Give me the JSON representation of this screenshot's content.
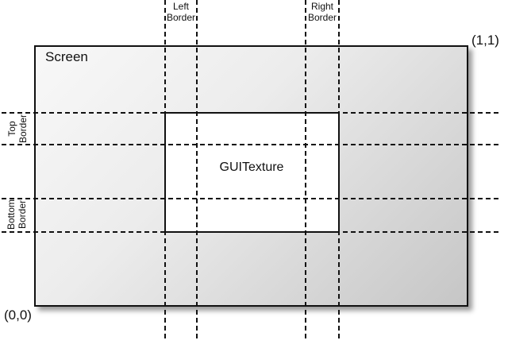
{
  "labels": {
    "screen": "Screen",
    "guitexture": "GUITexture",
    "top_right_coord": "(1,1)",
    "bottom_left_coord": "(0,0)",
    "left_border": {
      "line1": "Left",
      "line2": "Border"
    },
    "right_border": {
      "line1": "Right",
      "line2": "Border"
    },
    "top_border": {
      "line1": "Top",
      "line2": "Border"
    },
    "bottom_border": {
      "line1": "Bottom",
      "line2": "Border"
    }
  },
  "colors": {
    "line": "#111111",
    "screen_gradient_start": "#f8f8f8",
    "screen_gradient_end": "#c6c6c6",
    "texture_fill": "#ffffff",
    "background": "#ffffff"
  }
}
